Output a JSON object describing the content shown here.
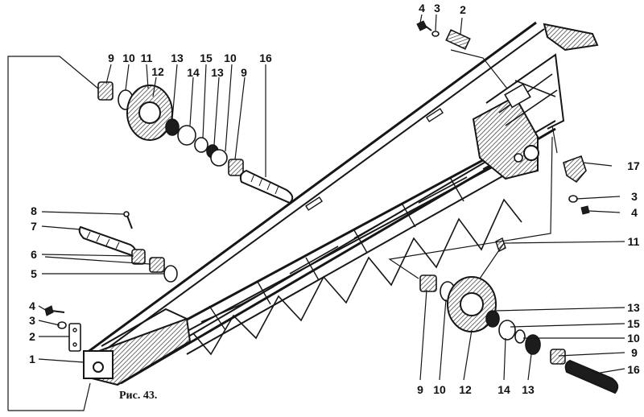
{
  "figure": {
    "caption": "Рис. 43."
  },
  "callouts": {
    "top_left": [
      "9",
      "10",
      "11",
      "12",
      "13",
      "14",
      "15",
      "10",
      "13",
      "9",
      "16"
    ],
    "left": [
      "8",
      "7",
      "6",
      "5",
      "4",
      "3",
      "2",
      "1"
    ],
    "top": [
      "4",
      "3",
      "2"
    ],
    "right": [
      "17",
      "3",
      "4",
      "11",
      "13",
      "15",
      "10",
      "9",
      "16"
    ],
    "bottom": [
      "9",
      "10",
      "12",
      "14",
      "13"
    ]
  }
}
